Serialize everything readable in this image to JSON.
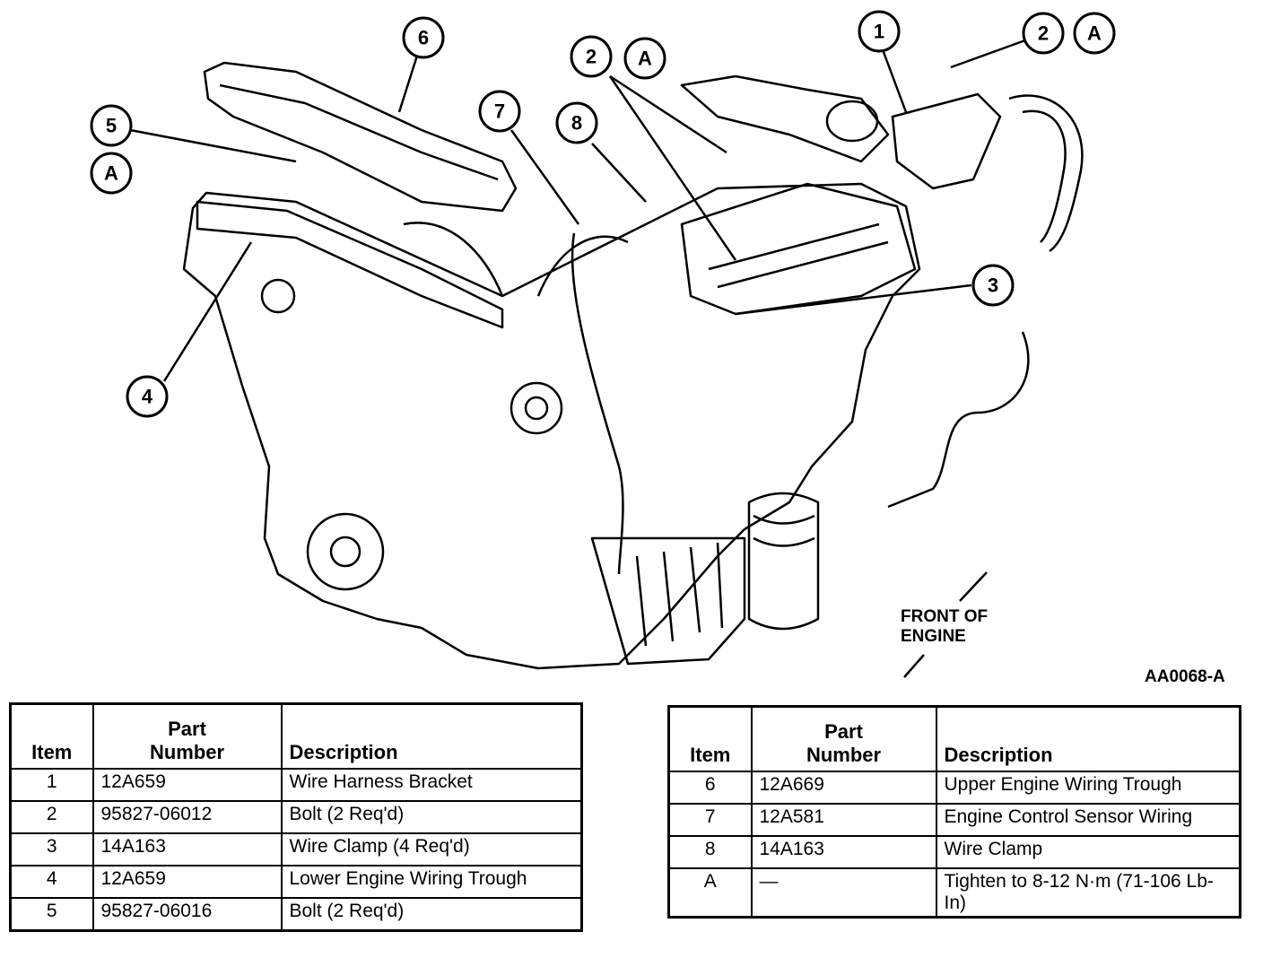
{
  "figure_id": "AA0068-A",
  "front_label": [
    "FRONT OF",
    "ENGINE"
  ],
  "callouts": [
    "1",
    "2",
    "A",
    "2",
    "A",
    "3",
    "4",
    "5",
    "A",
    "6",
    "7",
    "8"
  ],
  "table_headers": {
    "item": "Item",
    "part_number_line1": "Part",
    "part_number_line2": "Number",
    "description": "Description"
  },
  "left_table": [
    {
      "item": "1",
      "part": "12A659",
      "desc": "Wire Harness Bracket"
    },
    {
      "item": "2",
      "part": "95827-06012",
      "desc": "Bolt (2 Req'd)"
    },
    {
      "item": "3",
      "part": "14A163",
      "desc": "Wire Clamp (4 Req'd)"
    },
    {
      "item": "4",
      "part": "12A659",
      "desc": "Lower Engine Wiring Trough"
    },
    {
      "item": "5",
      "part": "95827-06016",
      "desc": "Bolt (2 Req'd)"
    }
  ],
  "right_table": [
    {
      "item": "6",
      "part": "12A669",
      "desc": "Upper Engine Wiring Trough"
    },
    {
      "item": "7",
      "part": "12A581",
      "desc": "Engine Control Sensor Wiring"
    },
    {
      "item": "8",
      "part": "14A163",
      "desc": "Wire Clamp"
    },
    {
      "item": "A",
      "part": "—",
      "desc": "Tighten to 8-12 N·m (71-106 Lb-In)"
    }
  ]
}
